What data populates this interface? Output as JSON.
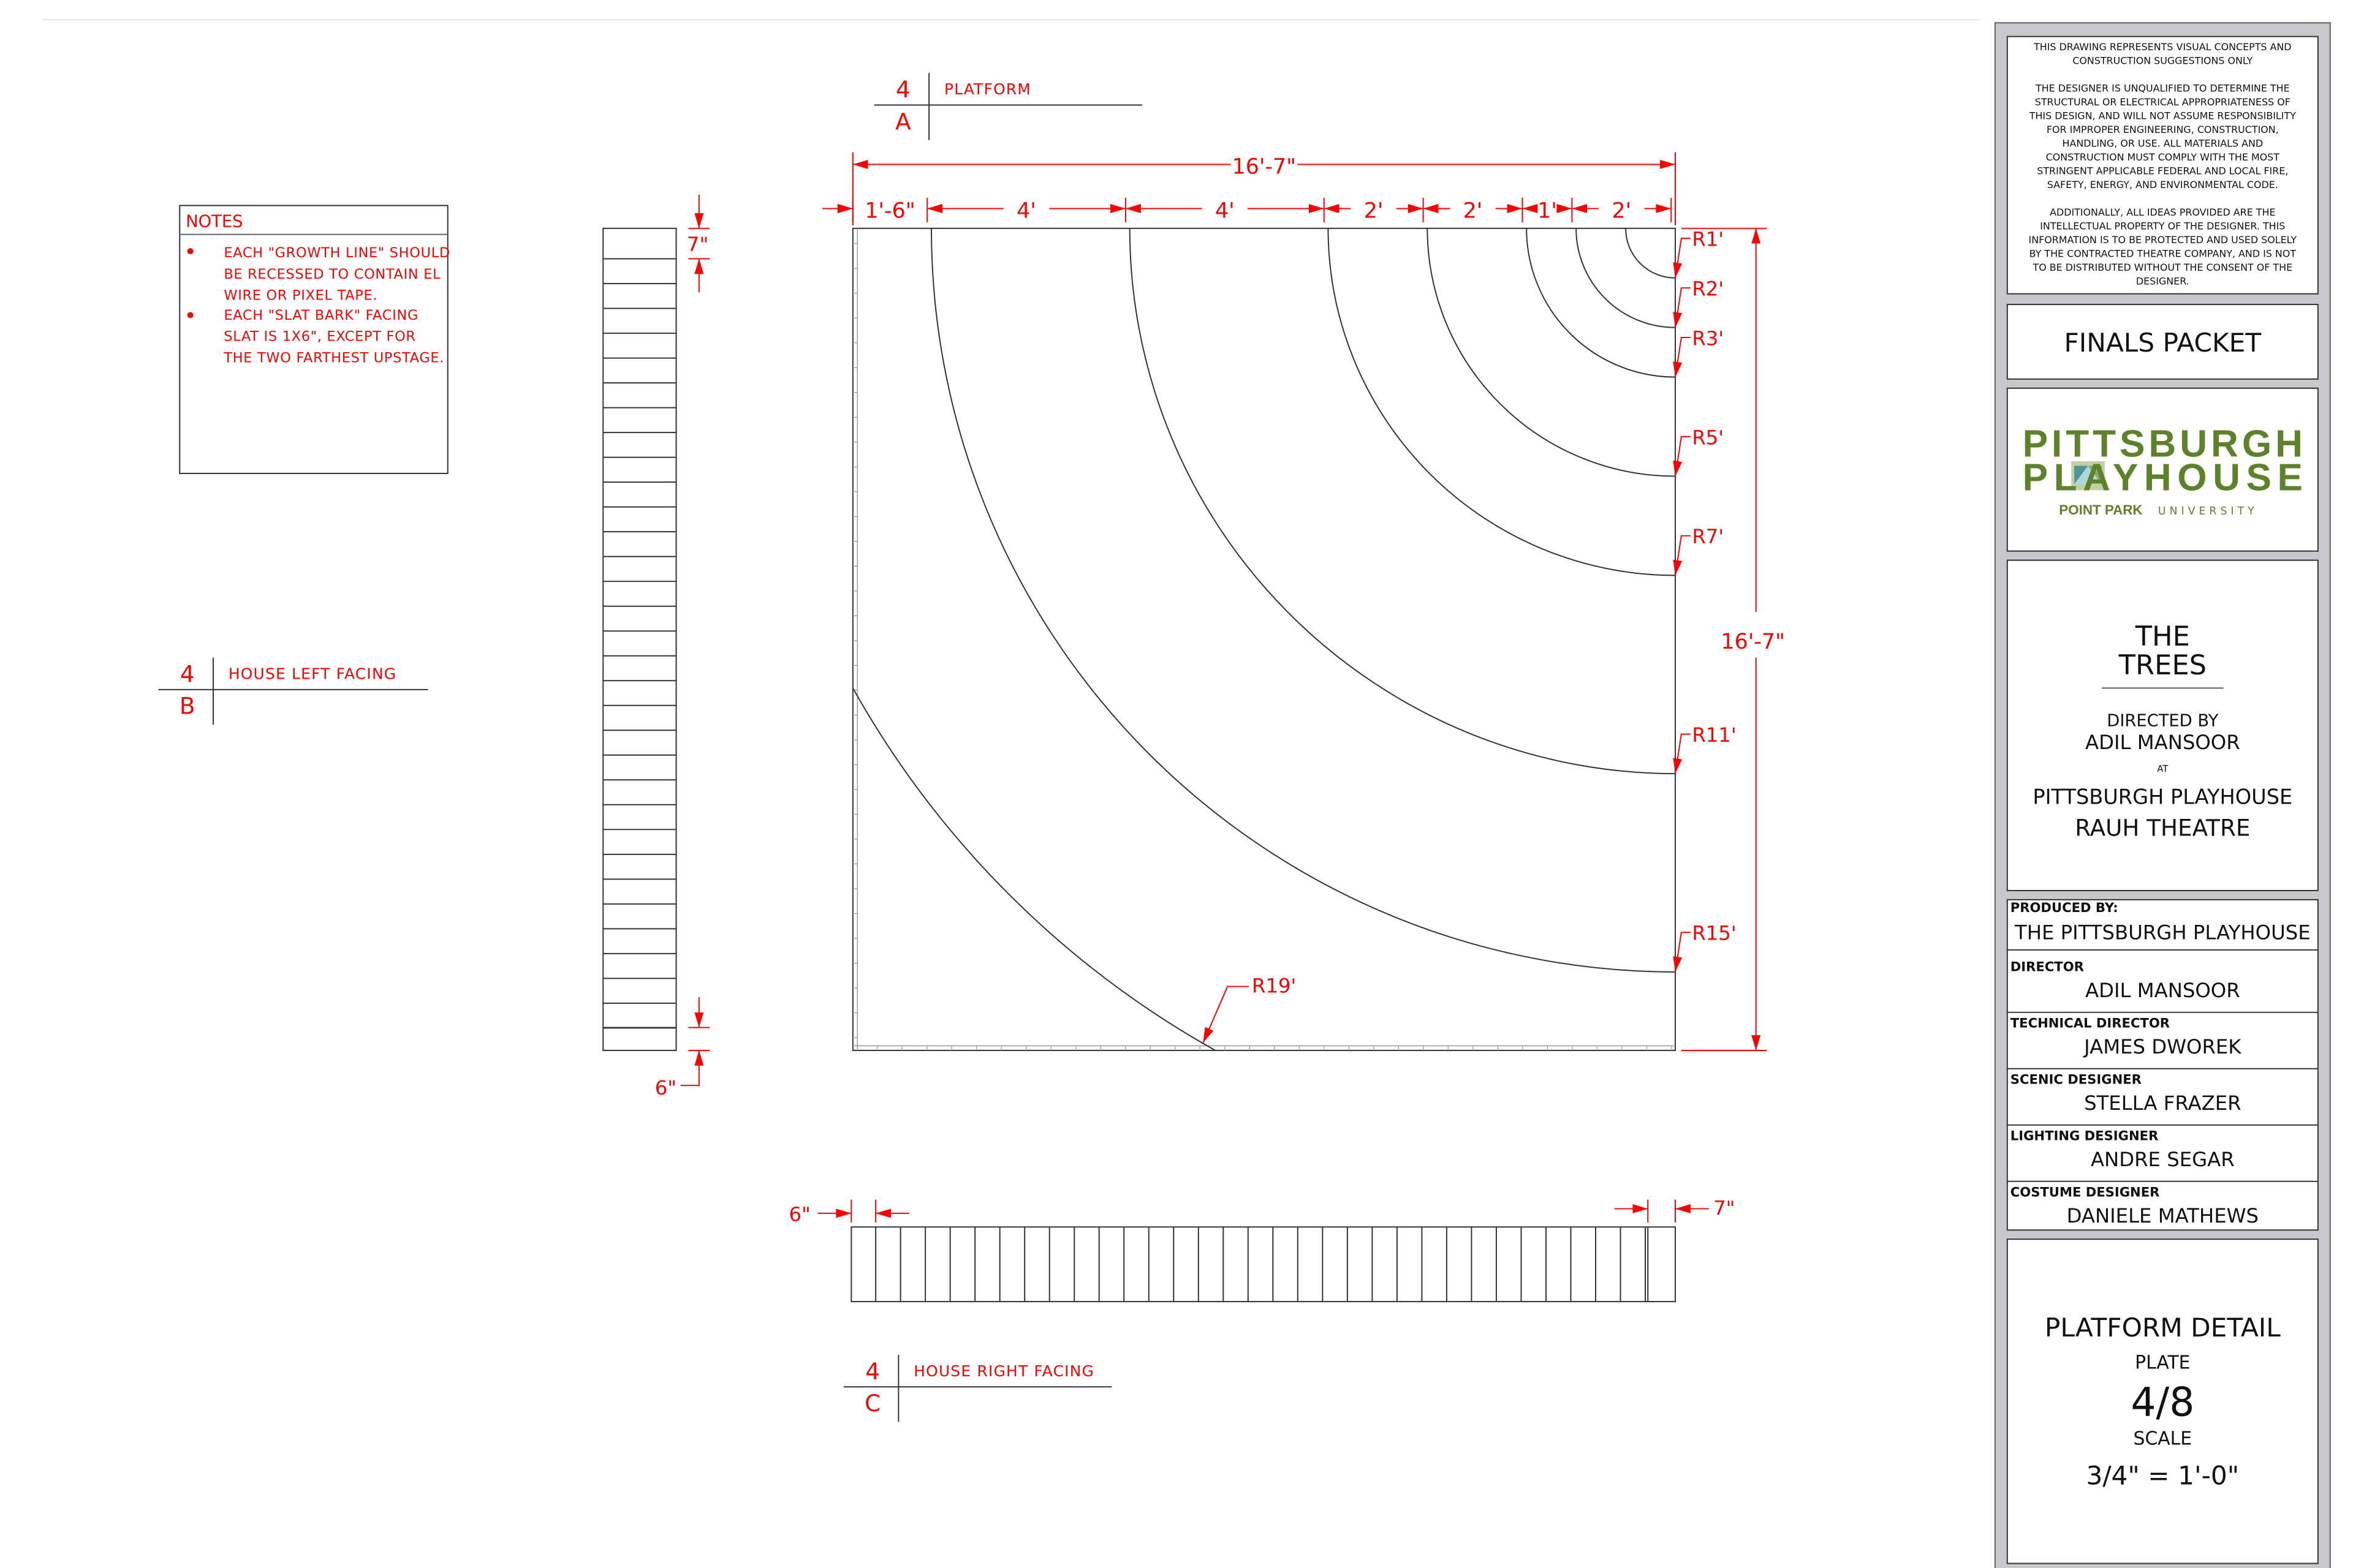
{
  "notes": {
    "title": "NOTES",
    "items": [
      [
        "EACH \"GROWTH LINE\" SHOULD",
        "BE RECESSED TO CONTAIN EL",
        "WIRE OR PIXEL TAPE."
      ],
      [
        "EACH \"SLAT BARK\" FACING",
        "SLAT IS 1X6\", EXCEPT FOR",
        "THE TWO FARTHEST UPSTAGE."
      ]
    ]
  },
  "views": {
    "platform": {
      "num": "4",
      "letter": "A",
      "title": "PLATFORM"
    },
    "left": {
      "num": "4",
      "letter": "B",
      "title": "HOUSE LEFT FACING"
    },
    "right": {
      "num": "4",
      "letter": "C",
      "title": "HOUSE RIGHT FACING"
    }
  },
  "dimensions": {
    "overall_width": "16'-7\"",
    "overall_height": "16'-7\"",
    "segments": [
      "1'-6\"",
      "4'",
      "4'",
      "2'",
      "2'",
      "1'",
      "2'"
    ],
    "left_top": "7\"",
    "left_bottom": "6\"",
    "bottom_left": "6\"",
    "bottom_right": "7\""
  },
  "radii": [
    "R1'",
    "R2'",
    "R3'",
    "R5'",
    "R7'",
    "R11'",
    "R15'",
    "R19'"
  ],
  "title_block": {
    "disclaimer": [
      "THIS DRAWING REPRESENTS VISUAL CONCEPTS AND",
      "CONSTRUCTION SUGGESTIONS ONLY",
      "",
      "THE DESIGNER IS UNQUALIFIED TO DETERMINE THE",
      "STRUCTURAL OR ELECTRICAL APPROPRIATENESS OF",
      "THIS DESIGN, AND WILL NOT ASSUME RESPONSIBILITY",
      "FOR IMPROPER ENGINEERING, CONSTRUCTION,",
      "HANDLING, OR USE. ALL MATERIALS AND",
      "CONSTRUCTION MUST COMPLY WITH THE MOST",
      "STRINGENT APPLICABLE FEDERAL AND LOCAL FIRE,",
      "SAFETY, ENERGY, AND ENVIRONMENTAL CODE.",
      "",
      "ADDITIONALLY, ALL IDEAS PROVIDED ARE THE",
      "INTELLECTUAL PROPERTY OF THE DESIGNER. THIS",
      "INFORMATION IS TO BE PROTECTED AND USED SOLELY",
      "BY THE CONTRACTED THEATRE COMPANY, AND IS NOT",
      "TO BE DISTRIBUTED WITHOUT THE CONSENT OF THE",
      "DESIGNER."
    ],
    "packet": "FINALS PACKET",
    "logo": {
      "line1": "PITTSBURGH",
      "line2": "PLAYHOUSE",
      "sub1": "POINT PARK",
      "sub2": "UNIVERSITY"
    },
    "show": {
      "title1": "THE",
      "title2": "TREES",
      "directed_by": "DIRECTED BY",
      "director": "ADIL MANSOOR",
      "at": "AT",
      "venue1": "PITTSBURGH PLAYHOUSE",
      "venue2": "RAUH THEATRE"
    },
    "credits": [
      {
        "role": "PRODUCED BY:",
        "name": "THE PITTSBURGH PLAYHOUSE"
      },
      {
        "role": "DIRECTOR",
        "name": "ADIL MANSOOR"
      },
      {
        "role": "TECHNICAL DIRECTOR",
        "name": "JAMES DWOREK"
      },
      {
        "role": "SCENIC DESIGNER",
        "name": "STELLA FRAZER"
      },
      {
        "role": "LIGHTING DESIGNER",
        "name": "ANDRE SEGAR"
      },
      {
        "role": "COSTUME DESIGNER",
        "name": "DANIELE MATHEWS"
      }
    ],
    "plate": {
      "title": "PLATFORM DETAIL",
      "plate_label": "PLATE",
      "plate_value": "4/8",
      "scale_label": "SCALE",
      "scale_value": "3/4\" = 1'-0\""
    }
  },
  "colors": {
    "annotation": "#ff0000",
    "logo_green": "#5e8229",
    "frame_gray": "#c8c8cc"
  }
}
